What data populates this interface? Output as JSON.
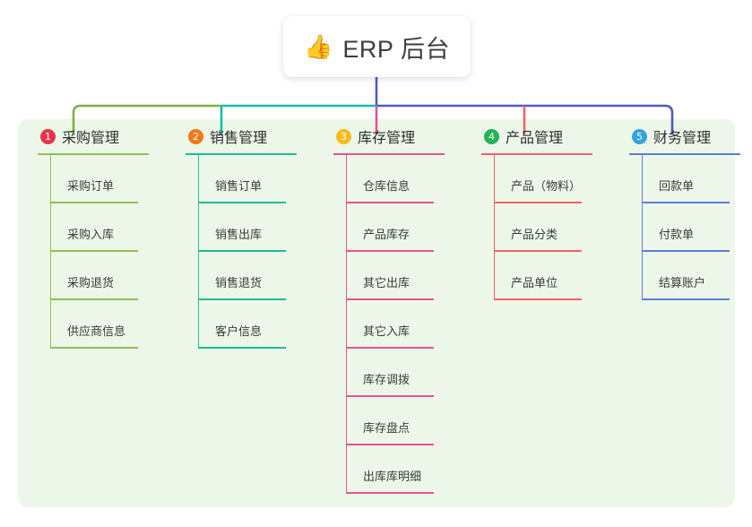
{
  "title": {
    "emoji": "👍",
    "emoji_name": "thumbs-up-emoji",
    "text": "ERP 后台"
  },
  "palette": {
    "panel_bg": "#edf7e9",
    "card_bg": "#ffffff",
    "trunk": "#4e5bc0",
    "branch_green": "#7cb342",
    "branch_teal": "#16bfa6",
    "branch_blue": "#4e5bc0",
    "stub_col1": "#7cb342",
    "stub_col2": "#16bfa6",
    "stub_col3": "#e8538f",
    "stub_col4": "#f4616a",
    "stub_col5": "#4e5bc0"
  },
  "columns": [
    {
      "index": "1",
      "badge_color": "#e8334a",
      "line_color": "#8cc152",
      "title": "采购管理",
      "items": [
        "采购订单",
        "采购入库",
        "采购退货",
        "供应商信息"
      ]
    },
    {
      "index": "2",
      "badge_color": "#f07818",
      "line_color": "#1abc9c",
      "title": "销售管理",
      "items": [
        "销售订单",
        "销售出库",
        "销售退货",
        "客户信息"
      ]
    },
    {
      "index": "3",
      "badge_color": "#f5bc19",
      "line_color": "#e8538f",
      "title": "库存管理",
      "items": [
        "仓库信息",
        "产品库存",
        "其它出库",
        "其它入库",
        "库存调拨",
        "库存盘点",
        "出库库明细"
      ]
    },
    {
      "index": "4",
      "badge_color": "#23b457",
      "line_color": "#f4616a",
      "title": "产品管理",
      "items": [
        "产品（物料）",
        "产品分类",
        "产品单位"
      ]
    },
    {
      "index": "5",
      "badge_color": "#34a3e0",
      "line_color": "#5b7ed6",
      "title": "财务管理",
      "items": [
        "回款单",
        "付款单",
        "结算账户"
      ]
    }
  ]
}
